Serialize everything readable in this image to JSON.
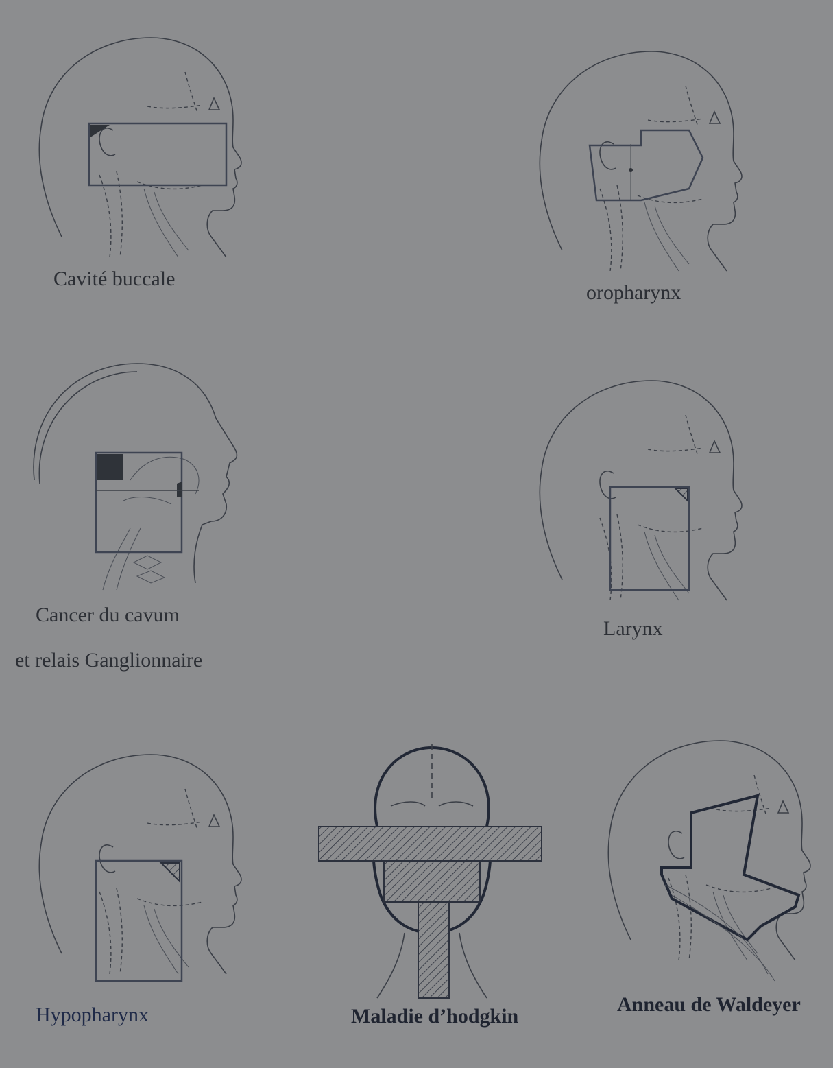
{
  "figures": [
    {
      "id": "cavite-buccale",
      "caption": "Cavité buccale"
    },
    {
      "id": "oropharynx",
      "caption": "oropharynx"
    },
    {
      "id": "cavum",
      "caption": "Cancer du cavum",
      "caption2": "et relais Ganglionnaire"
    },
    {
      "id": "larynx",
      "caption": "Larynx"
    },
    {
      "id": "hypopharynx",
      "caption": "Hypopharynx"
    },
    {
      "id": "hodgkin",
      "caption": "Maladie d’hodgkin"
    },
    {
      "id": "waldeyer",
      "caption": "Anneau de  Waldeyer"
    }
  ],
  "colors": {
    "background": "#8c8d8f",
    "ink": "#2c2f35"
  }
}
